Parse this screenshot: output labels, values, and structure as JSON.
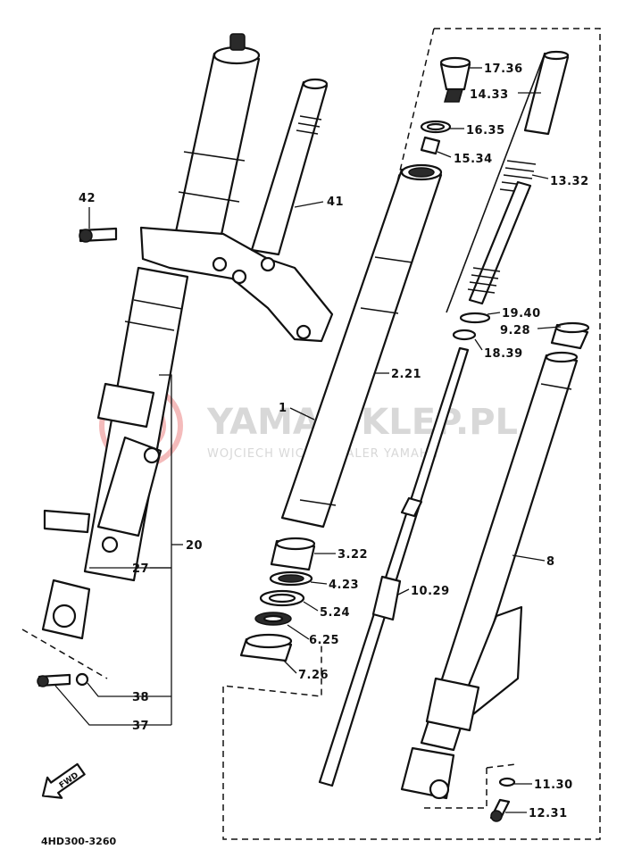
{
  "watermark": {
    "title": "YAMA-SKLEP.PL",
    "subtitle": "WOJCIECH WICH | DEALER YAMAHA",
    "accent_color": "#e03c3c"
  },
  "diagram_code": "4HD300-3260",
  "direction_marker": {
    "text": "FWD",
    "icon": "fwd-arrow-icon"
  },
  "callouts": [
    {
      "id": "17.36",
      "text": "17.36"
    },
    {
      "id": "14.33",
      "text": "14.33"
    },
    {
      "id": "16.35",
      "text": "16.35"
    },
    {
      "id": "15.34",
      "text": "15.34"
    },
    {
      "id": "13.32",
      "text": "13.32"
    },
    {
      "id": "42",
      "text": "42"
    },
    {
      "id": "41",
      "text": "41"
    },
    {
      "id": "19.40",
      "text": "19.40"
    },
    {
      "id": "9.28",
      "text": "9.28"
    },
    {
      "id": "18.39",
      "text": "18.39"
    },
    {
      "id": "2.21",
      "text": "2.21"
    },
    {
      "id": "1",
      "text": "1"
    },
    {
      "id": "20",
      "text": "20"
    },
    {
      "id": "27",
      "text": "27"
    },
    {
      "id": "8",
      "text": "8"
    },
    {
      "id": "3.22",
      "text": "3.22"
    },
    {
      "id": "4.23",
      "text": "4.23"
    },
    {
      "id": "5.24",
      "text": "5.24"
    },
    {
      "id": "6.25",
      "text": "6.25"
    },
    {
      "id": "10.29",
      "text": "10.29"
    },
    {
      "id": "7.26",
      "text": "7.26"
    },
    {
      "id": "38",
      "text": "38"
    },
    {
      "id": "37",
      "text": "37"
    },
    {
      "id": "11.30",
      "text": "11.30"
    },
    {
      "id": "12.31",
      "text": "12.31"
    }
  ]
}
